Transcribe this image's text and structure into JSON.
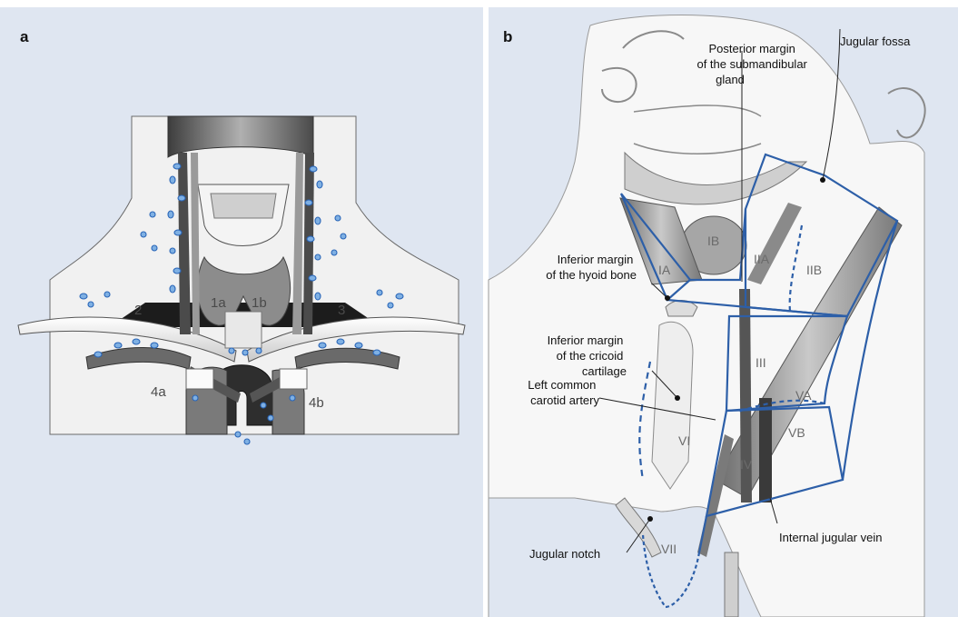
{
  "panels": {
    "a": {
      "letter": "a",
      "regions": [
        "1a",
        "1b",
        "2",
        "3",
        "4a",
        "4b"
      ]
    },
    "b": {
      "letter": "b",
      "levels": [
        "IA",
        "IB",
        "IIA",
        "IIB",
        "III",
        "IV",
        "VA",
        "VB",
        "VI",
        "VII"
      ],
      "annotations": {
        "submandibular": "Posterior margin of the submandibular gland",
        "submandibular_lines": [
          "Posterior margin",
          "of the submandibular",
          "gland"
        ],
        "jugular_fossa": "Jugular fossa",
        "hyoid_lines": [
          "Inferior margin",
          "of the hyoid bone"
        ],
        "cricoid_lines": [
          "Inferior margin",
          "of the cricoid",
          "cartilage"
        ],
        "carotid_lines": [
          "Left common",
          "carotid artery"
        ],
        "internal_jugular": "Internal jugular vein",
        "jugular_notch": "Jugular notch"
      }
    }
  },
  "colors": {
    "panel_background": "#dfe6f1",
    "boundary_blue": "#2d5fa8",
    "node_fill": "#7fb0e3",
    "label_text": "#111111",
    "level_text": "#6b6b6b"
  }
}
